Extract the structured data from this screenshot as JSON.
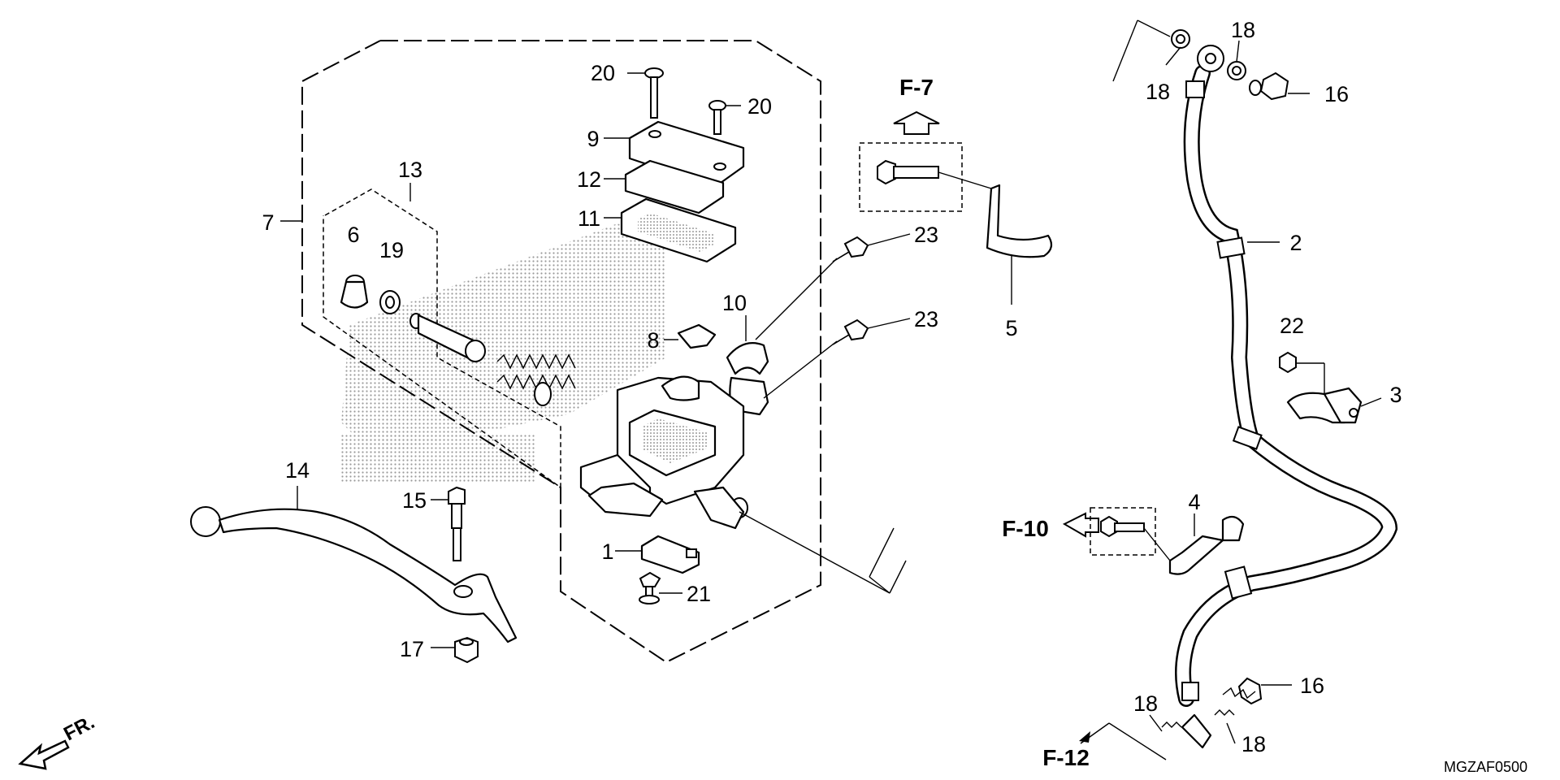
{
  "diagram": {
    "code": "MGZAF0500",
    "orientation_label": "FR.",
    "references": {
      "f7": "F-7",
      "f10": "F-10",
      "f12": "F-12"
    },
    "callouts": {
      "c1": "1",
      "c2": "2",
      "c3": "3",
      "c4": "4",
      "c5": "5",
      "c6": "6",
      "c7": "7",
      "c8": "8",
      "c9": "9",
      "c10": "10",
      "c11": "11",
      "c12": "12",
      "c13": "13",
      "c14": "14",
      "c15": "15",
      "c16a": "16",
      "c16b": "16",
      "c17": "17",
      "c18a": "18",
      "c18b": "18",
      "c18c": "18",
      "c18d": "18",
      "c19": "19",
      "c20a": "20",
      "c20b": "20",
      "c21": "21",
      "c22": "22",
      "c23a": "23",
      "c23b": "23"
    },
    "colors": {
      "line": "#000000",
      "background": "#ffffff",
      "watermark": "#b0b0b0"
    }
  }
}
